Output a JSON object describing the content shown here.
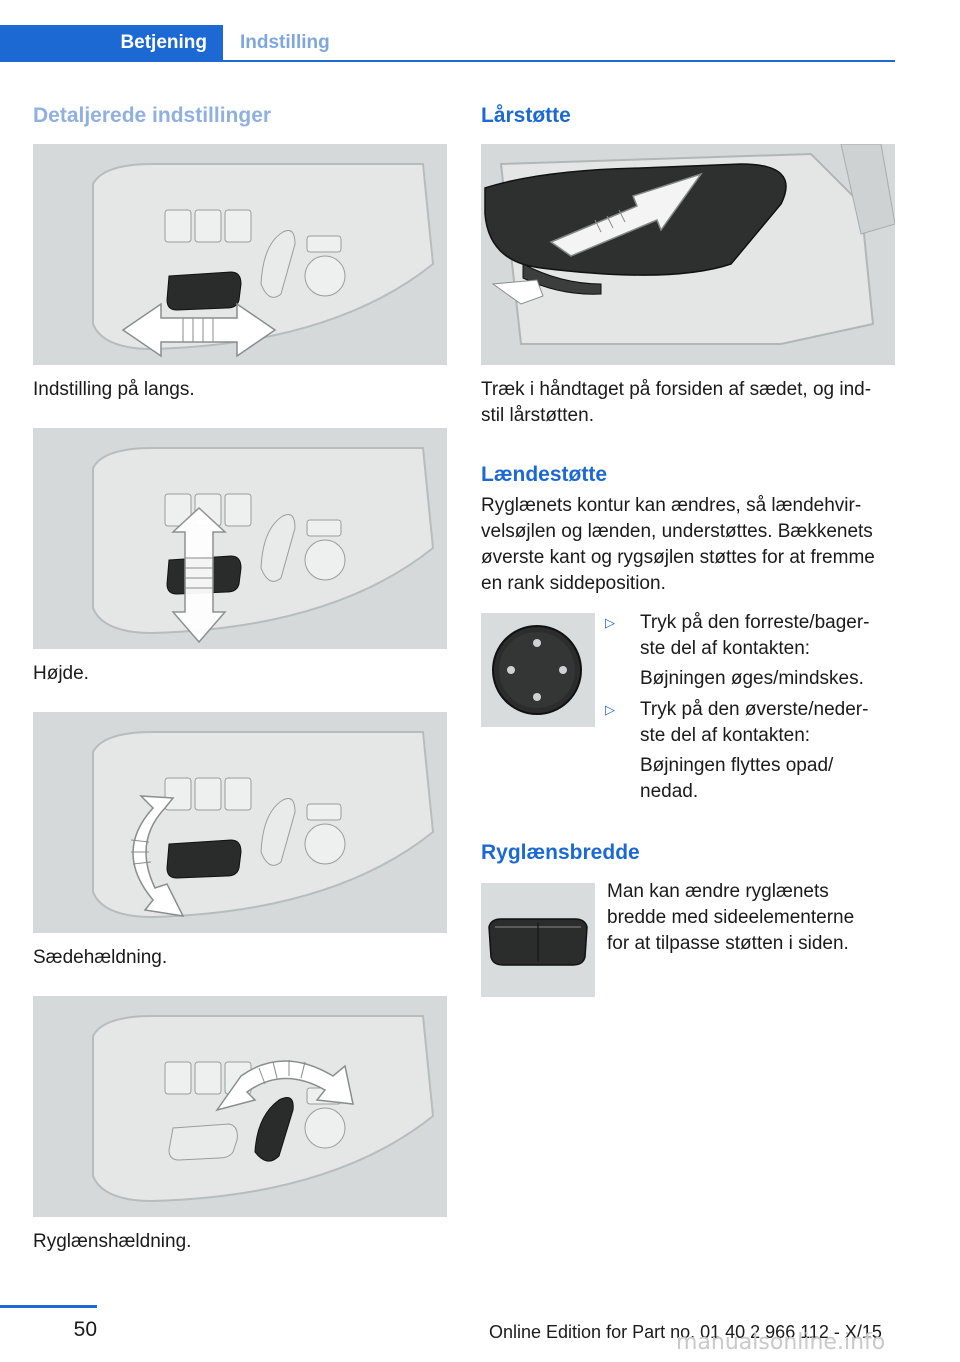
{
  "header": {
    "tab_active": "Betjening",
    "tab_inactive": "Indstilling",
    "accent_color": "#1c69d4"
  },
  "left": {
    "title": "Detaljerede indstillinger",
    "captions": [
      "Indstilling på langs.",
      "Højde.",
      "Sædehældning.",
      "Ryglænshældning."
    ]
  },
  "right": {
    "thigh": {
      "title": "Lårstøtte",
      "text_line1": "Træk i håndtaget på forsiden af sædet, og ind‐",
      "text_line2": "stil lårstøtten."
    },
    "lumbar": {
      "title": "Lændestøtte",
      "lines": [
        "Ryglænets kontur kan ændres, så lændehvir‐",
        "velsøjlen og lænden, understøttes. Bækkenets",
        "øverste kant og rygsøjlen støttes for at fremme",
        "en rank siddeposition."
      ],
      "bullets": [
        {
          "line1": "Tryk på den forreste/bager‐",
          "line2": "ste del af kontakten:",
          "sub": "Bøjningen øges/mindskes."
        },
        {
          "line1": "Tryk på den øverste/neder‐",
          "line2": "ste del af kontakten:",
          "sub_line1": "Bøjningen flyttes opad/",
          "sub_line2": "nedad."
        }
      ],
      "bullet_glyph": "▷"
    },
    "backrest_width": {
      "title": "Ryglænsbredde",
      "lines": [
        "Man kan ændre ryglænets",
        "bredde med sideelementerne",
        "for at tilpasse støtten i siden."
      ]
    }
  },
  "footer": {
    "page_number": "50",
    "edition": "Online Edition for Part no. 01 40 2 966 112 - X/15",
    "watermark": "manualsonline.info"
  }
}
